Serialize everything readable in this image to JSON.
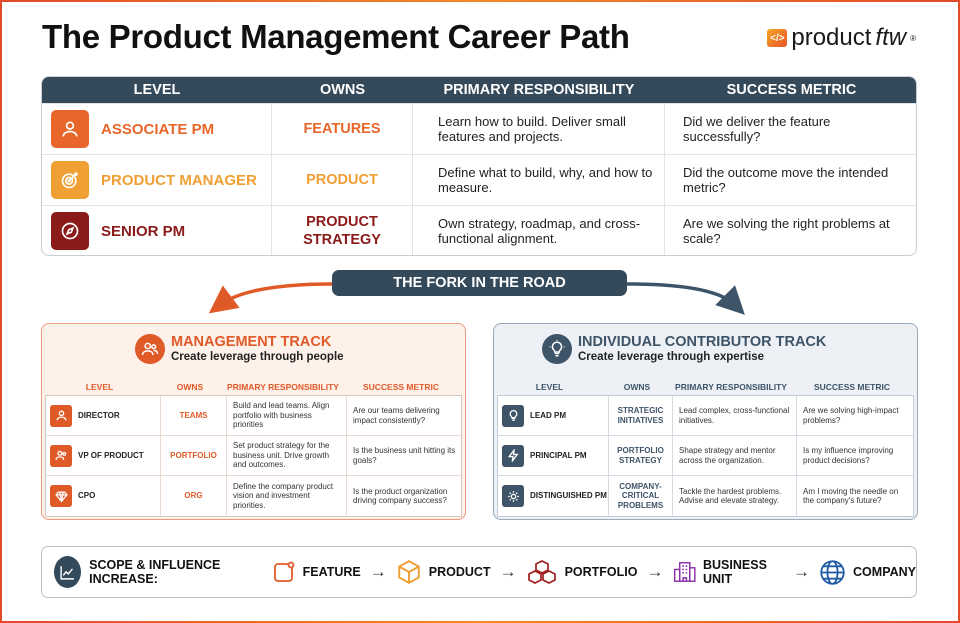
{
  "title": "The Product Management Career Path",
  "logo": {
    "mark": "</>",
    "text": "product",
    "italic": "ftw",
    "reg": "®"
  },
  "top_table": {
    "headers": [
      "LEVEL",
      "OWNS",
      "PRIMARY RESPONSIBILITY",
      "SUCCESS METRIC"
    ],
    "rows": [
      {
        "level": "ASSOCIATE PM",
        "owns": "FEATURES",
        "responsibility": "Learn how to build. Deliver small features and projects.",
        "metric": "Did we deliver the feature successfully?",
        "color": "#e8662a",
        "icon": "person-icon"
      },
      {
        "level": "PRODUCT MANAGER",
        "owns": "PRODUCT",
        "responsibility": "Define what to build, why, and how to measure.",
        "metric": "Did the outcome move the intended metric?",
        "color": "#ef9f33",
        "icon": "target-icon"
      },
      {
        "level": "SENIOR PM",
        "owns_line1": "PRODUCT",
        "owns_line2": "STRATEGY",
        "responsibility": "Own strategy, roadmap, and cross-functional alignment.",
        "metric": "Are we solving the right problems at scale?",
        "color": "#8b1a1a",
        "icon": "compass-icon"
      }
    ]
  },
  "fork": "THE FORK IN THE ROAD",
  "management": {
    "title": "MANAGEMENT TRACK",
    "subtitle": "Create leverage through people",
    "accent": "#e05a28",
    "headers": [
      "LEVEL",
      "OWNS",
      "PRIMARY RESPONSIBILITY",
      "SUCCESS METRIC"
    ],
    "rows": [
      {
        "level": "DIRECTOR",
        "owns": "TEAMS",
        "responsibility": "Build and lead teams. Align portfolio with business priorities",
        "metric": "Are our teams delivering impact consistently?"
      },
      {
        "level": "VP OF PRODUCT",
        "owns": "PORTFOLIO",
        "responsibility": "Set product strategy for the business unit. Drive growth and outcomes.",
        "metric": "Is the business unit hitting its goals?"
      },
      {
        "level": "CPO",
        "owns": "ORG",
        "responsibility": "Define the company product vision and investment priorities.",
        "metric": "Is the product organization driving company success?"
      }
    ]
  },
  "ic": {
    "title": "INDIVIDUAL CONTRIBUTOR TRACK",
    "subtitle": "Create leverage through expertise",
    "accent": "#3e5468",
    "headers": [
      "LEVEL",
      "OWNS",
      "PRIMARY RESPONSIBILITY",
      "SUCCESS METRIC"
    ],
    "rows": [
      {
        "level": "LEAD PM",
        "owns_line1": "STRATEGIC",
        "owns_line2": "INITIATIVES",
        "responsibility": "Lead complex, cross-functional initiatives.",
        "metric": "Are we solving high-impact problems?"
      },
      {
        "level": "PRINCIPAL PM",
        "owns_line1": "PORTFOLIO",
        "owns_line2": "STRATEGY",
        "responsibility": "Shape strategy and mentor across the organization.",
        "metric": "Is my influence improving product decisions?"
      },
      {
        "level": "DISTINGUISHED PM",
        "owns_line1": "COMPANY-",
        "owns_line2": "CRITICAL",
        "owns_line3": "PROBLEMS",
        "responsibility": "Tackle the hardest problems. Advise and elevate strategy.",
        "metric": "Am I moving the needle on the company's future?"
      }
    ]
  },
  "scope": {
    "label": "SCOPE & INFLUENCE INCREASE:",
    "steps": [
      "FEATURE",
      "PRODUCT",
      "PORTFOLIO",
      "BUSINESS UNIT",
      "COMPANY"
    ],
    "arrow": "→"
  }
}
